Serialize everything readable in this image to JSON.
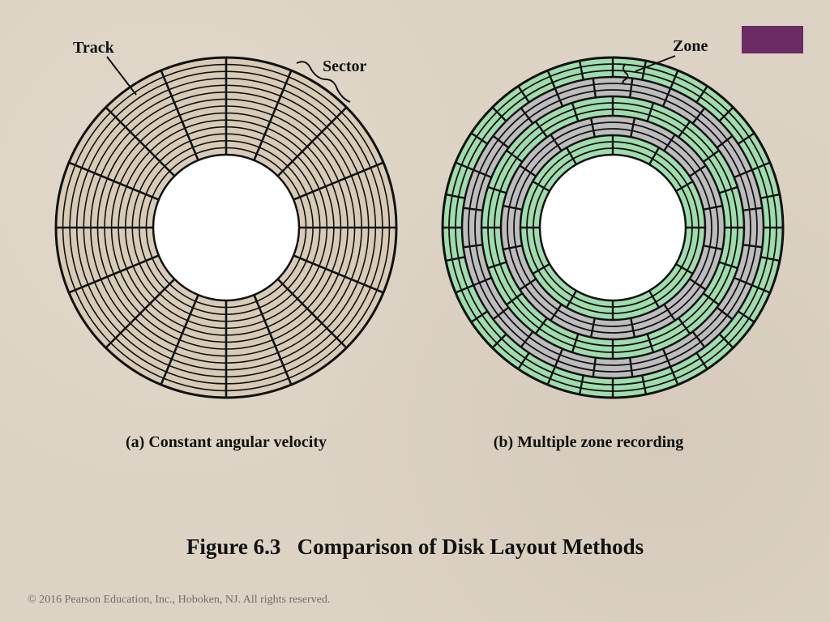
{
  "diagram_a": {
    "caption": "(a) Constant angular velocity",
    "label_track": "Track",
    "label_sector": "Sector",
    "fill_color": "#d8ccb8",
    "track_count": 14,
    "sector_count": 16
  },
  "diagram_b": {
    "caption": "(b) Multiple zone recording",
    "label_zone": "Zone",
    "zones": [
      {
        "color": "#9fdcae",
        "sector_count": 32
      },
      {
        "color": "#bdbdbd",
        "sector_count": 24
      },
      {
        "color": "#9fdcae",
        "sector_count": 20
      },
      {
        "color": "#bdbdbd",
        "sector_count": 16
      },
      {
        "color": "#9fdcae",
        "sector_count": 12
      }
    ],
    "tracks_per_zone": 3
  },
  "figure": {
    "title": "Figure 6.3   Comparison of Disk Layout Methods"
  },
  "footer": {
    "copyright": "© 2016 Pearson Education, Inc., Hoboken, NJ. All rights reserved."
  },
  "colors": {
    "background": "#ddd3c4",
    "accent": "#6a2c63",
    "stroke": "#111111",
    "hub": "#ffffff"
  }
}
